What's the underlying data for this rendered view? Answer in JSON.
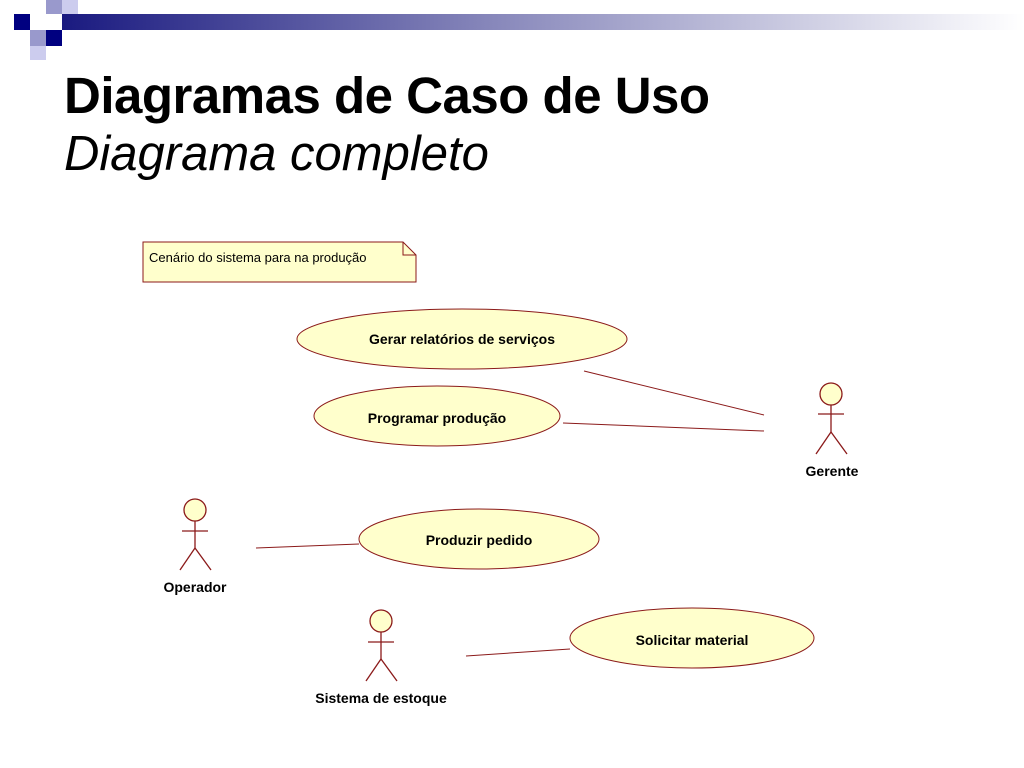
{
  "slide": {
    "title": "Diagramas de Caso de Uso",
    "subtitle": "Diagrama completo"
  },
  "colors": {
    "fill": "#ffffcc",
    "stroke": "#8b1a1a",
    "deco_dark": "#000080",
    "deco_light": "#9999cc"
  },
  "diagram": {
    "note": "Cenário do sistema para na produção",
    "use_cases": {
      "gerar_relatorios": "Gerar relatórios de serviços",
      "programar_producao": "Programar produção",
      "produzir_pedido": "Produzir pedido",
      "solicitar_material": "Solicitar material"
    },
    "actors": {
      "gerente": "Gerente",
      "operador": "Operador",
      "sistema_estoque": "Sistema de estoque"
    }
  }
}
